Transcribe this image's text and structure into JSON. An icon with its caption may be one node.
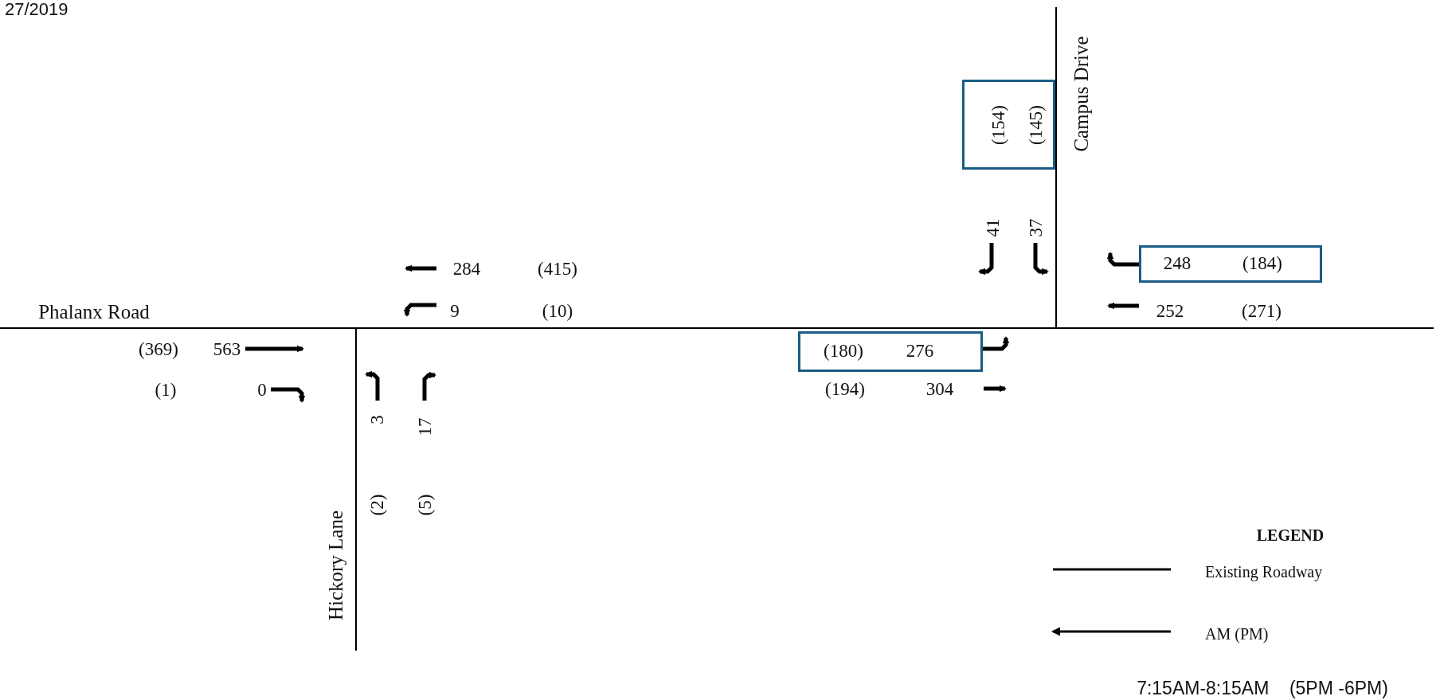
{
  "diagram": {
    "nodes": [
      {
        "text": [
          "(154)",
          "(145)"
        ]
      },
      {
        "text": [
          "248",
          "(184)"
        ]
      },
      {
        "text": [
          "(180)",
          "276"
        ]
      }
    ],
    "edges": [],
    "labels": [
      "27/2019",
      "Campus Drive",
      "41",
      "37",
      "284",
      "(415)",
      "Phalanx Road",
      "9",
      "(10)",
      "252",
      "(271)",
      "(369)",
      "563",
      "(1)",
      "0",
      "(194)",
      "304",
      "3",
      "17",
      "(2)",
      "(5)",
      "Hickory Lane",
      "LEGEND",
      "7:15AM-8:15AM    (5PM -6PM)"
    ],
    "legend": [
      {
        "text": "Existing Roadway"
      },
      {
        "text": "AM (PM)"
      }
    ]
  }
}
